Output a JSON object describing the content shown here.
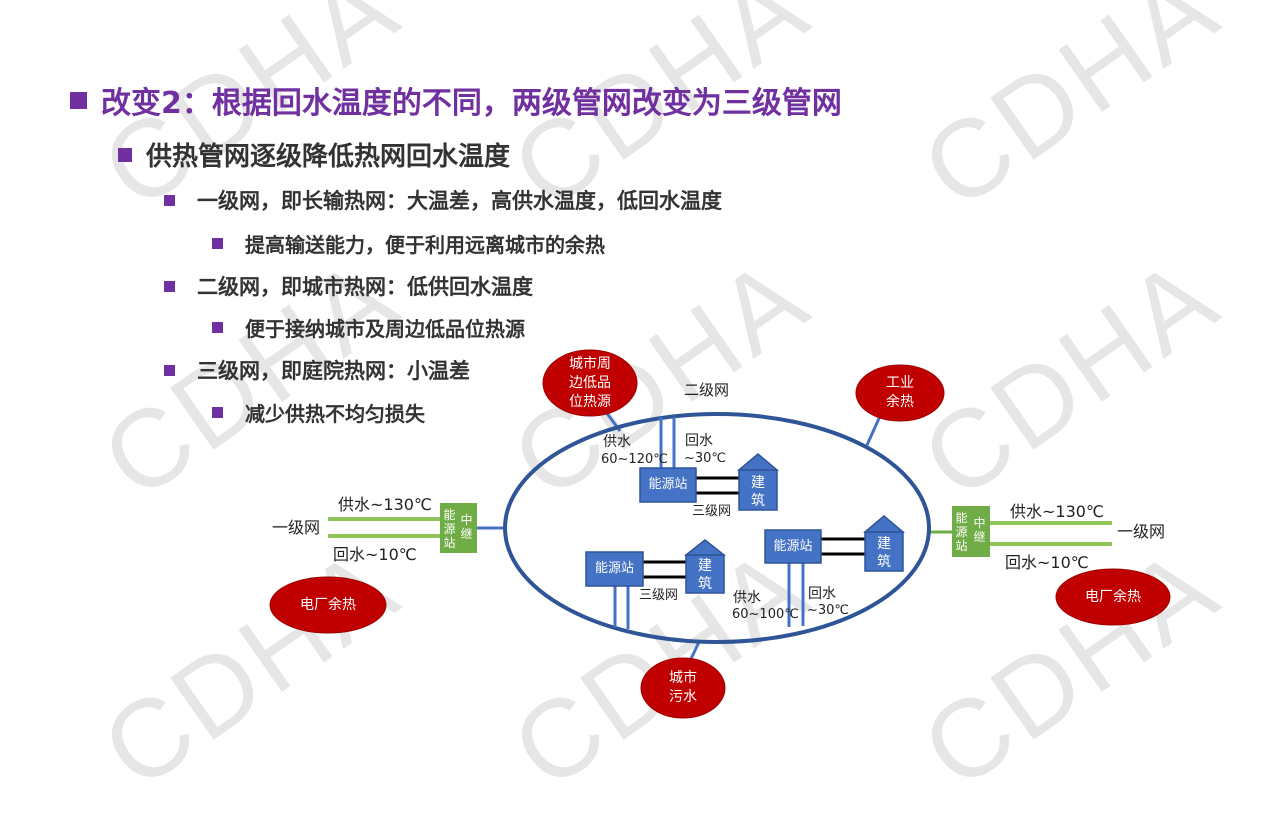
{
  "watermark": "CDHA",
  "bullets": {
    "title": "改变2：根据回水温度的不同，两级管网改变为三级管网",
    "sub": "供热管网逐级降低热网回水温度",
    "primary": "一级网，即长输热网：大温差，高供水温度，低回水温度",
    "primary_detail": "提高输送能力，便于利用远离城市的余热",
    "secondary": "二级网，即城市热网：低供回水温度",
    "secondary_detail": "便于接纳城市及周边低品位热源",
    "tertiary": "三级网，即庭院热网：小温差",
    "tertiary_detail": "减少供热不均匀损失"
  },
  "diagram": {
    "colors": {
      "heat_source": "#c00000",
      "network": "#2f5597",
      "station": "#4472c4",
      "relay": "#70ad47"
    },
    "heat_sources": {
      "urban_low_grade": "城市周边低品位热源",
      "industrial": "工业余热",
      "power_left": "电厂余热",
      "power_right": "电厂余热",
      "sewage": "城市污水"
    },
    "secondary_net": "二级网",
    "tertiary_net": "三级网",
    "primary_net": "一级网",
    "energy_station": "能源站",
    "building": "建筑",
    "relay_a": "能源站",
    "relay_b": "中继",
    "supply_a": "供水",
    "supply_a_temp": "60~120℃",
    "return_a": "回水",
    "return_a_temp": "~30℃",
    "supply_b": "供水",
    "supply_b_temp": "60~100℃",
    "return_b": "回水",
    "return_b_temp": "~30℃",
    "primary_supply": "供水~130℃",
    "primary_return": "回水~10℃"
  }
}
